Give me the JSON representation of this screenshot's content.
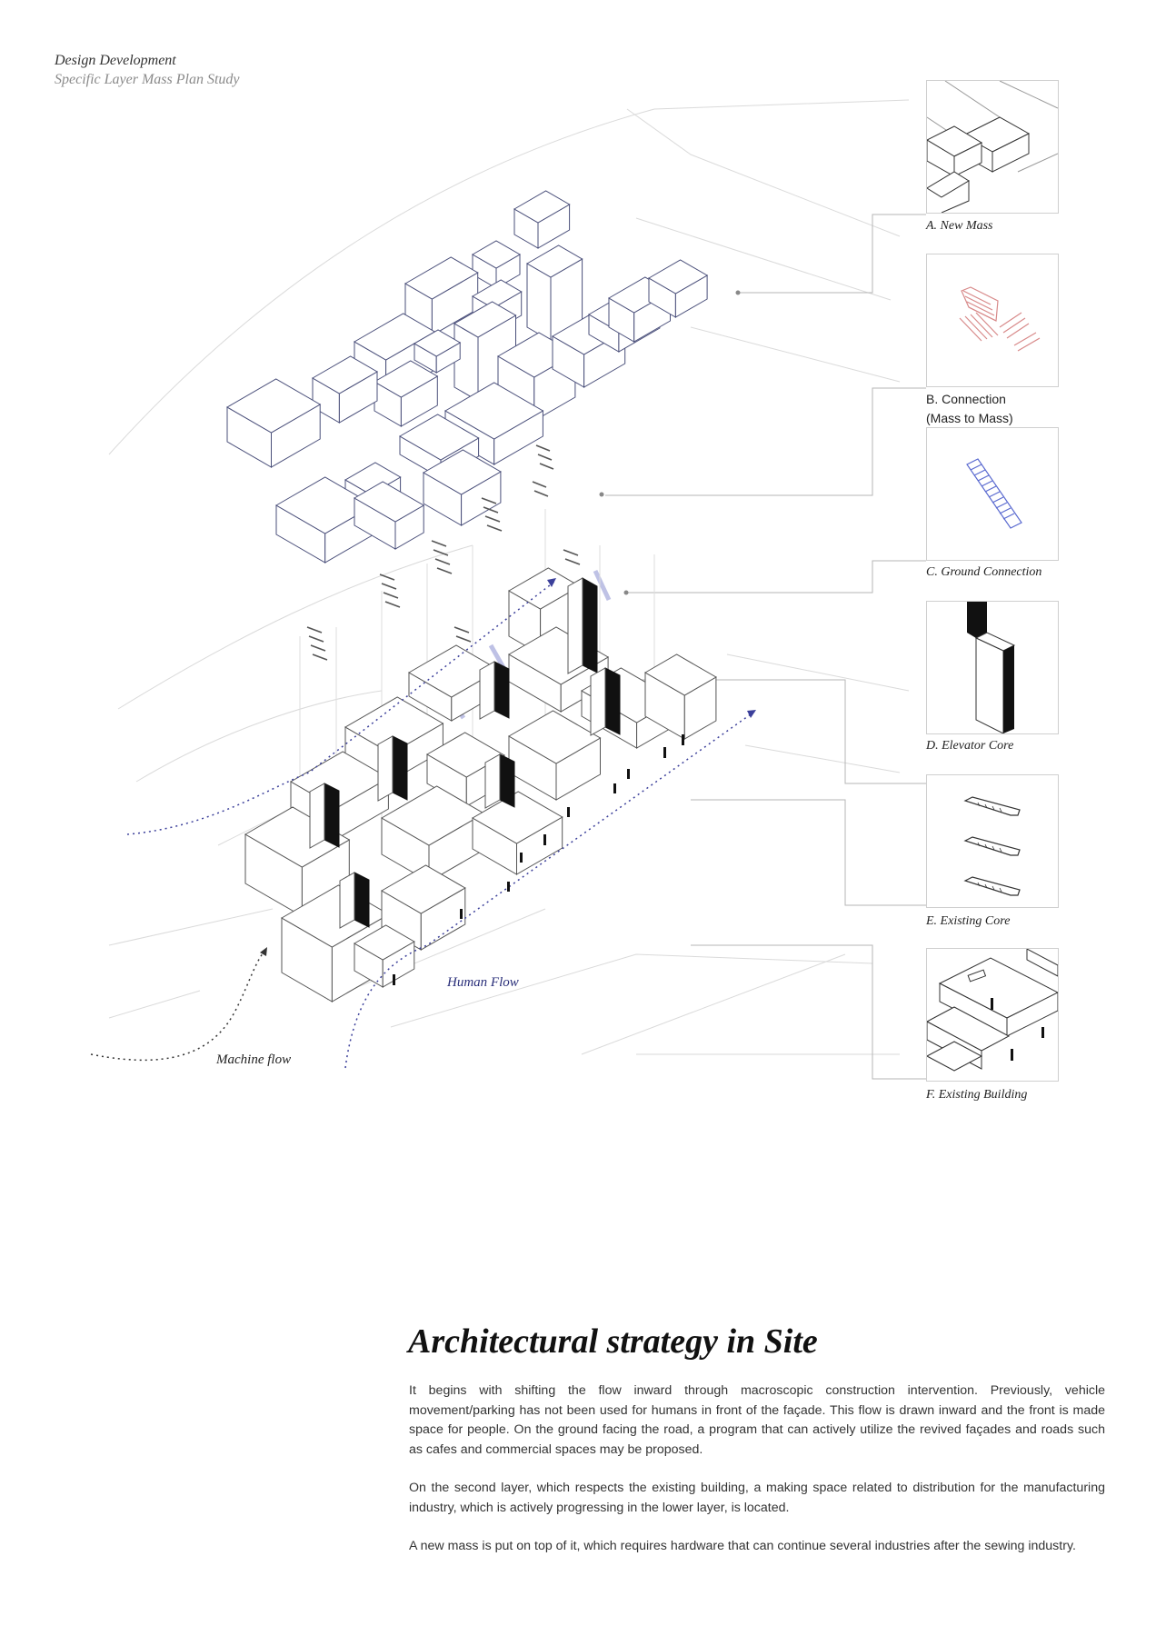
{
  "header": {
    "title": "Design Development",
    "subtitle": "Specific Layer Mass Plan Study"
  },
  "legend": [
    {
      "id": "new-mass",
      "caption": "A. New Mass"
    },
    {
      "id": "connection",
      "caption": "B. Connection\n(Mass to Mass)"
    },
    {
      "id": "ground-connection",
      "caption": "C. Ground Connection"
    },
    {
      "id": "elevator-core",
      "caption": "D. Elevator Core"
    },
    {
      "id": "existing-core",
      "caption": "E. Existing Core"
    },
    {
      "id": "existing-building",
      "caption": "F. Existing Building"
    }
  ],
  "flows": {
    "human": "Human Flow",
    "machine": "Machine flow"
  },
  "colors": {
    "accent_blue": "#3b3f9a",
    "connection_pink": "#d88a8a",
    "line_gray": "#a9a9a9"
  },
  "article": {
    "title": "Architectural strategy in Site",
    "paragraphs": [
      "It begins with shifting the flow inward through macroscopic construction intervention. Previously, vehicle movement/parking has not been used for humans in front of the façade. This flow is drawn inward and the front is made space for people. On the ground facing the road, a program that can actively utilize the revived façades and roads such as cafes and commercial spaces may be proposed.",
      "On the second layer, which respects the existing building, a making space related to distribution for the manufacturing industry, which is actively progressing in the lower layer, is located.",
      "A new mass is put on top of it, which requires hardware that can continue several industries after the sewing industry."
    ]
  }
}
